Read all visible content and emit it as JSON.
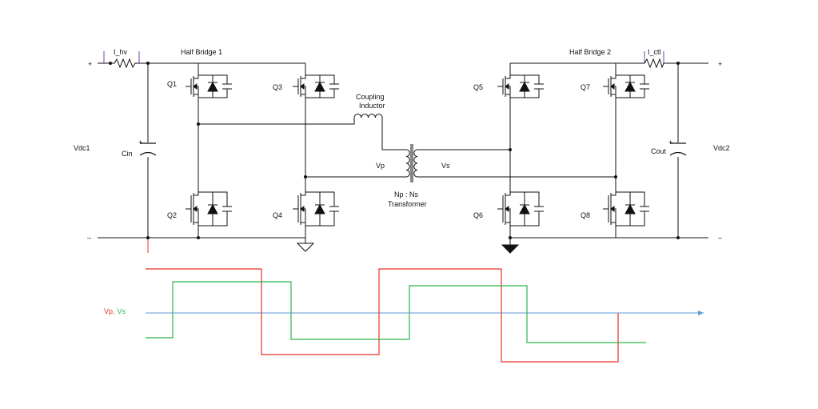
{
  "labels": {
    "i_hv": "I_hv",
    "i_ctl": "I_ctl",
    "half_bridge_1": "Half Bridge 1",
    "half_bridge_2": "Half Bridge 2",
    "q1": "Q1",
    "q2": "Q2",
    "q3": "Q3",
    "q4": "Q4",
    "q5": "Q5",
    "q6": "Q6",
    "q7": "Q7",
    "q8": "Q8",
    "vdc1": "Vdc1",
    "vdc2": "Vdc2",
    "cin": "Cin",
    "cout": "Cout",
    "coupling_inductor_line1": "Coupling",
    "coupling_inductor_line2": "Inductor",
    "vp": "Vp",
    "vs": "Vs",
    "transformer_line1": "Np : Ns",
    "transformer_line2": "Transformer",
    "plus_left": "+",
    "minus_left": "–",
    "plus_right": "+",
    "minus_right": "–",
    "cap_plus": "+",
    "waveform_label_vp": "Vp",
    "waveform_label_sep": ",",
    "waveform_label_vs": "Vs"
  },
  "colors": {
    "wire": "#111111",
    "vp_wave": "#e8302a",
    "vs_wave": "#2fb34a",
    "axis": "#5b9bd5",
    "label_vp": "#e8302a",
    "label_vs": "#2fb34a"
  },
  "icons": [
    "resistor-icon",
    "mosfet-icon",
    "diode-icon",
    "capacitor-icon",
    "inductor-icon",
    "transformer-icon",
    "ground-icon"
  ]
}
